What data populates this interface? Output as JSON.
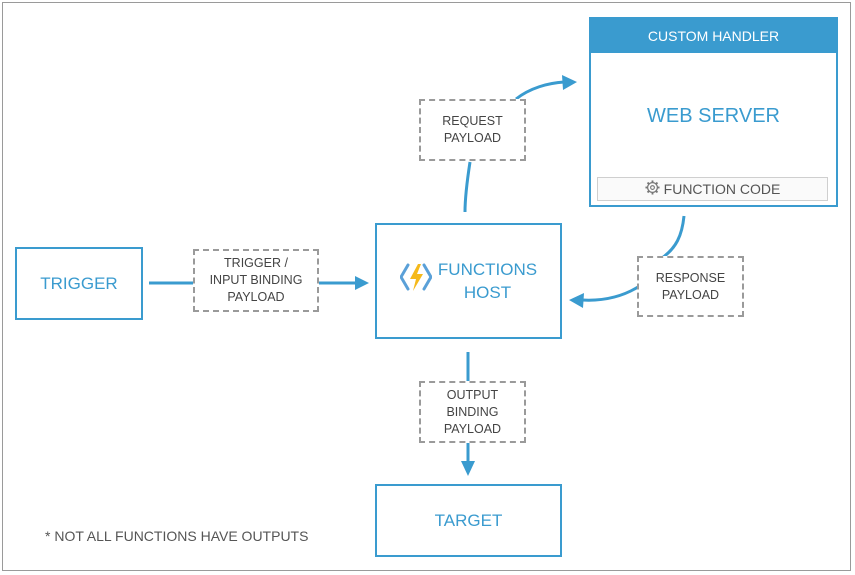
{
  "colors": {
    "accent": "#3a9bcf",
    "dash_border": "#9a9a9a",
    "text": "#444444"
  },
  "trigger": "TRIGGER",
  "trigger_payload": "TRIGGER /\nINPUT BINDING\nPAYLOAD",
  "functions_host": {
    "line1": "FUNCTIONS",
    "line2": "HOST",
    "icon": "azure-functions-lightning-icon"
  },
  "request_payload": "REQUEST\nPAYLOAD",
  "response_payload": "RESPONSE\nPAYLOAD",
  "output_payload": "OUTPUT\nBINDING\nPAYLOAD",
  "target": "TARGET",
  "custom_handler": {
    "header": "CUSTOM HANDLER",
    "web_server": "WEB SERVER",
    "function_code": "FUNCTION CODE",
    "function_code_icon": "gear-icon"
  },
  "footnote": "* NOT ALL FUNCTIONS HAVE OUTPUTS"
}
